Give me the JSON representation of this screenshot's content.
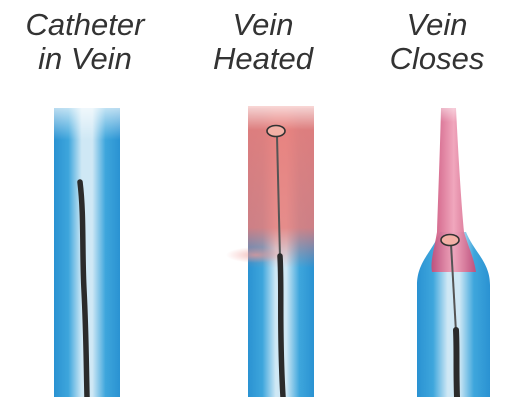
{
  "panels": [
    {
      "line1": "Catheter",
      "line2": "in Vein"
    },
    {
      "line1": "Vein",
      "line2": "Heated"
    },
    {
      "line1": "Vein",
      "line2": "Closes"
    }
  ],
  "colors": {
    "vein_blue": "#2f9ad6",
    "vein_light": "#bfe0f2",
    "heat_red": "#e8736f",
    "closed_pink": "#d95f86",
    "catheter": "#2b2b2b",
    "label_text": "#333333"
  }
}
